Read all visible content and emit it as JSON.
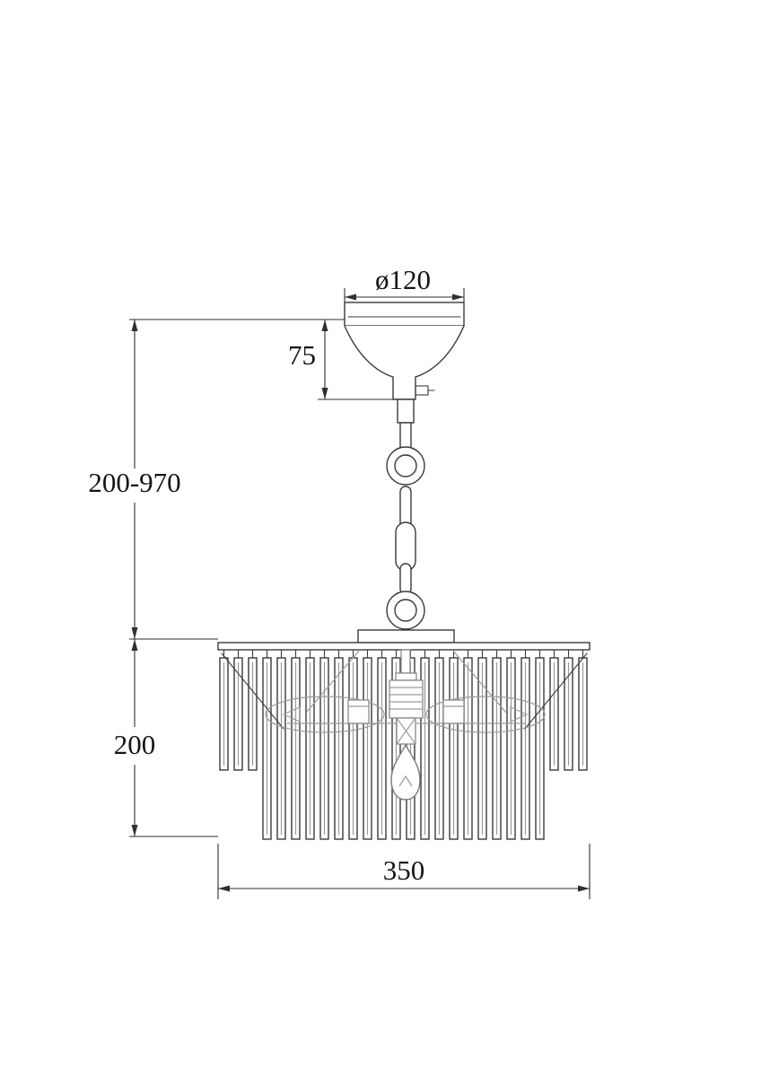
{
  "drawing": {
    "type": "technical-dimension-drawing",
    "subject": "crystal chandelier pendant lamp, side elevation",
    "labels": {
      "canopy_diameter": "ø120",
      "canopy_height": "75",
      "suspension_height": "200-970",
      "body_height": "200",
      "body_diameter": "350"
    },
    "colors": {
      "line": "#3a3a3a",
      "detail": "#9a9a9a",
      "text": "#151515",
      "background": "#ffffff"
    }
  }
}
